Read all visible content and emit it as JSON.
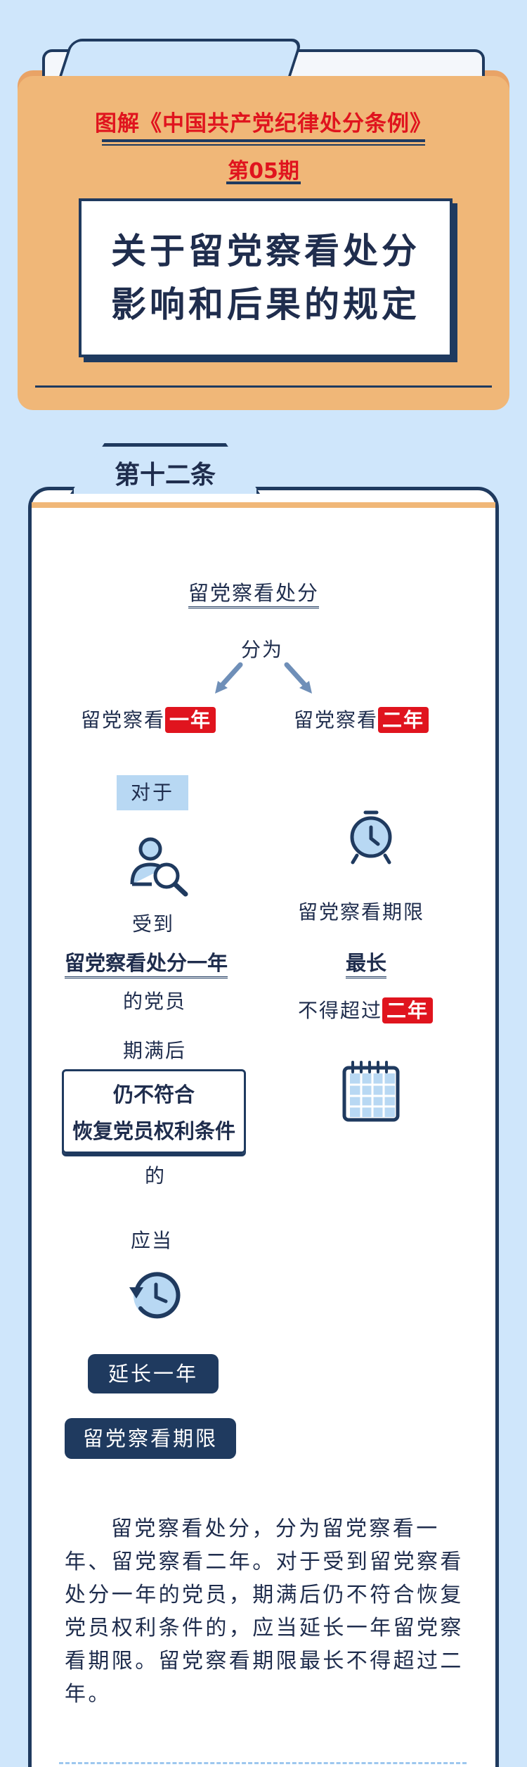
{
  "header": {
    "series_title": "图解《中国共产党纪律处分条例》",
    "issue": "第05期",
    "headline_line1": "关于留党察看处分",
    "headline_line2": "影响和后果的规定"
  },
  "article": {
    "tab_title": "第十二条",
    "diagram": {
      "top_label": "留党察看处分",
      "split_label": "分为",
      "left_branch_prefix": "留党察看",
      "left_branch_term": "一年",
      "right_branch_prefix": "留党察看",
      "right_branch_term": "二年",
      "left": {
        "for_label": "对于",
        "received": "受到",
        "penalty": "留党察看处分一年",
        "members": "的党员",
        "expiry": "期满后",
        "condition_line1": "仍不符合",
        "condition_line2": "恢复党员权利条件",
        "of": "的",
        "should": "应当",
        "extend_tag": "延长一年",
        "period_tag": "留党察看期限"
      },
      "right": {
        "period_label": "留党察看期限",
        "longest": "最长",
        "not_exceed_prefix": "不得超过",
        "not_exceed_term": "二年"
      },
      "icons": {
        "person": "person-search-icon",
        "clock": "alarm-clock-icon",
        "calendar": "calendar-icon",
        "renew": "clock-rewind-icon"
      },
      "colors": {
        "accent_red": "#e0141e",
        "navy": "#1f3a5f",
        "folder": "#f0b778",
        "background": "#cfe6fb"
      }
    },
    "paragraph": "留党察看处分，分为留党察看一年、留党察看二年。对于受到留党察看处分一年的党员，期满后仍不符合恢复党员权利条件的，应当延长一年留党察看期限。留党察看期限最长不得超过二年。"
  }
}
